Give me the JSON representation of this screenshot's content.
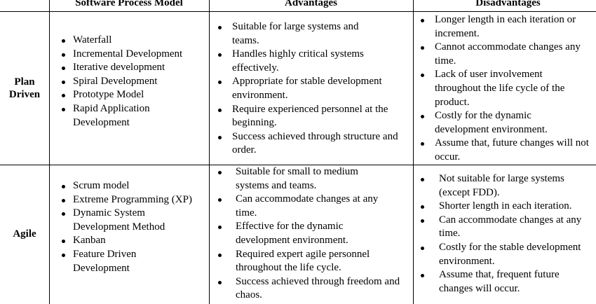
{
  "header": {
    "col1": "",
    "col2": "Software Process Model",
    "col3": "Advantages",
    "col4": "Disadvantages"
  },
  "rows": [
    {
      "label": "Plan Driven",
      "models": [
        "Waterfall",
        "Incremental Development",
        "Iterative development",
        "Spiral Development",
        "Prototype Model",
        "Rapid Application Development"
      ],
      "advantages": [
        "Suitable for large systems and teams.",
        "Handles highly critical systems effectively.",
        "Appropriate for stable development environment.",
        "Require experienced personnel at the beginning.",
        "Success achieved through structure and order."
      ],
      "disadvantages": [
        "Longer length in each iteration or increment.",
        "Cannot accommodate changes any time.",
        "Lack of user involvement throughout the life cycle of the product.",
        "Costly for the dynamic development environment.",
        "Assume that, future changes will not occur."
      ]
    },
    {
      "label": "Agile",
      "models": [
        "Scrum model",
        "Extreme Programming (XP)",
        "Dynamic System Development Method",
        "Kanban",
        "Feature Driven Development"
      ],
      "advantages": [
        "Suitable for small to medium systems and teams.",
        "Can accommodate changes at any time.",
        "Effective for the dynamic development environment.",
        "Required expert agile personnel throughout the life cycle.",
        "Success achieved through freedom and chaos."
      ],
      "disadvantages": [
        "Not suitable for large systems (except FDD).",
        "Shorter length in each iteration.",
        "Can accommodate changes at any time.",
        "Costly for the stable development environment.",
        "Assume that, frequent future changes will occur."
      ]
    }
  ]
}
